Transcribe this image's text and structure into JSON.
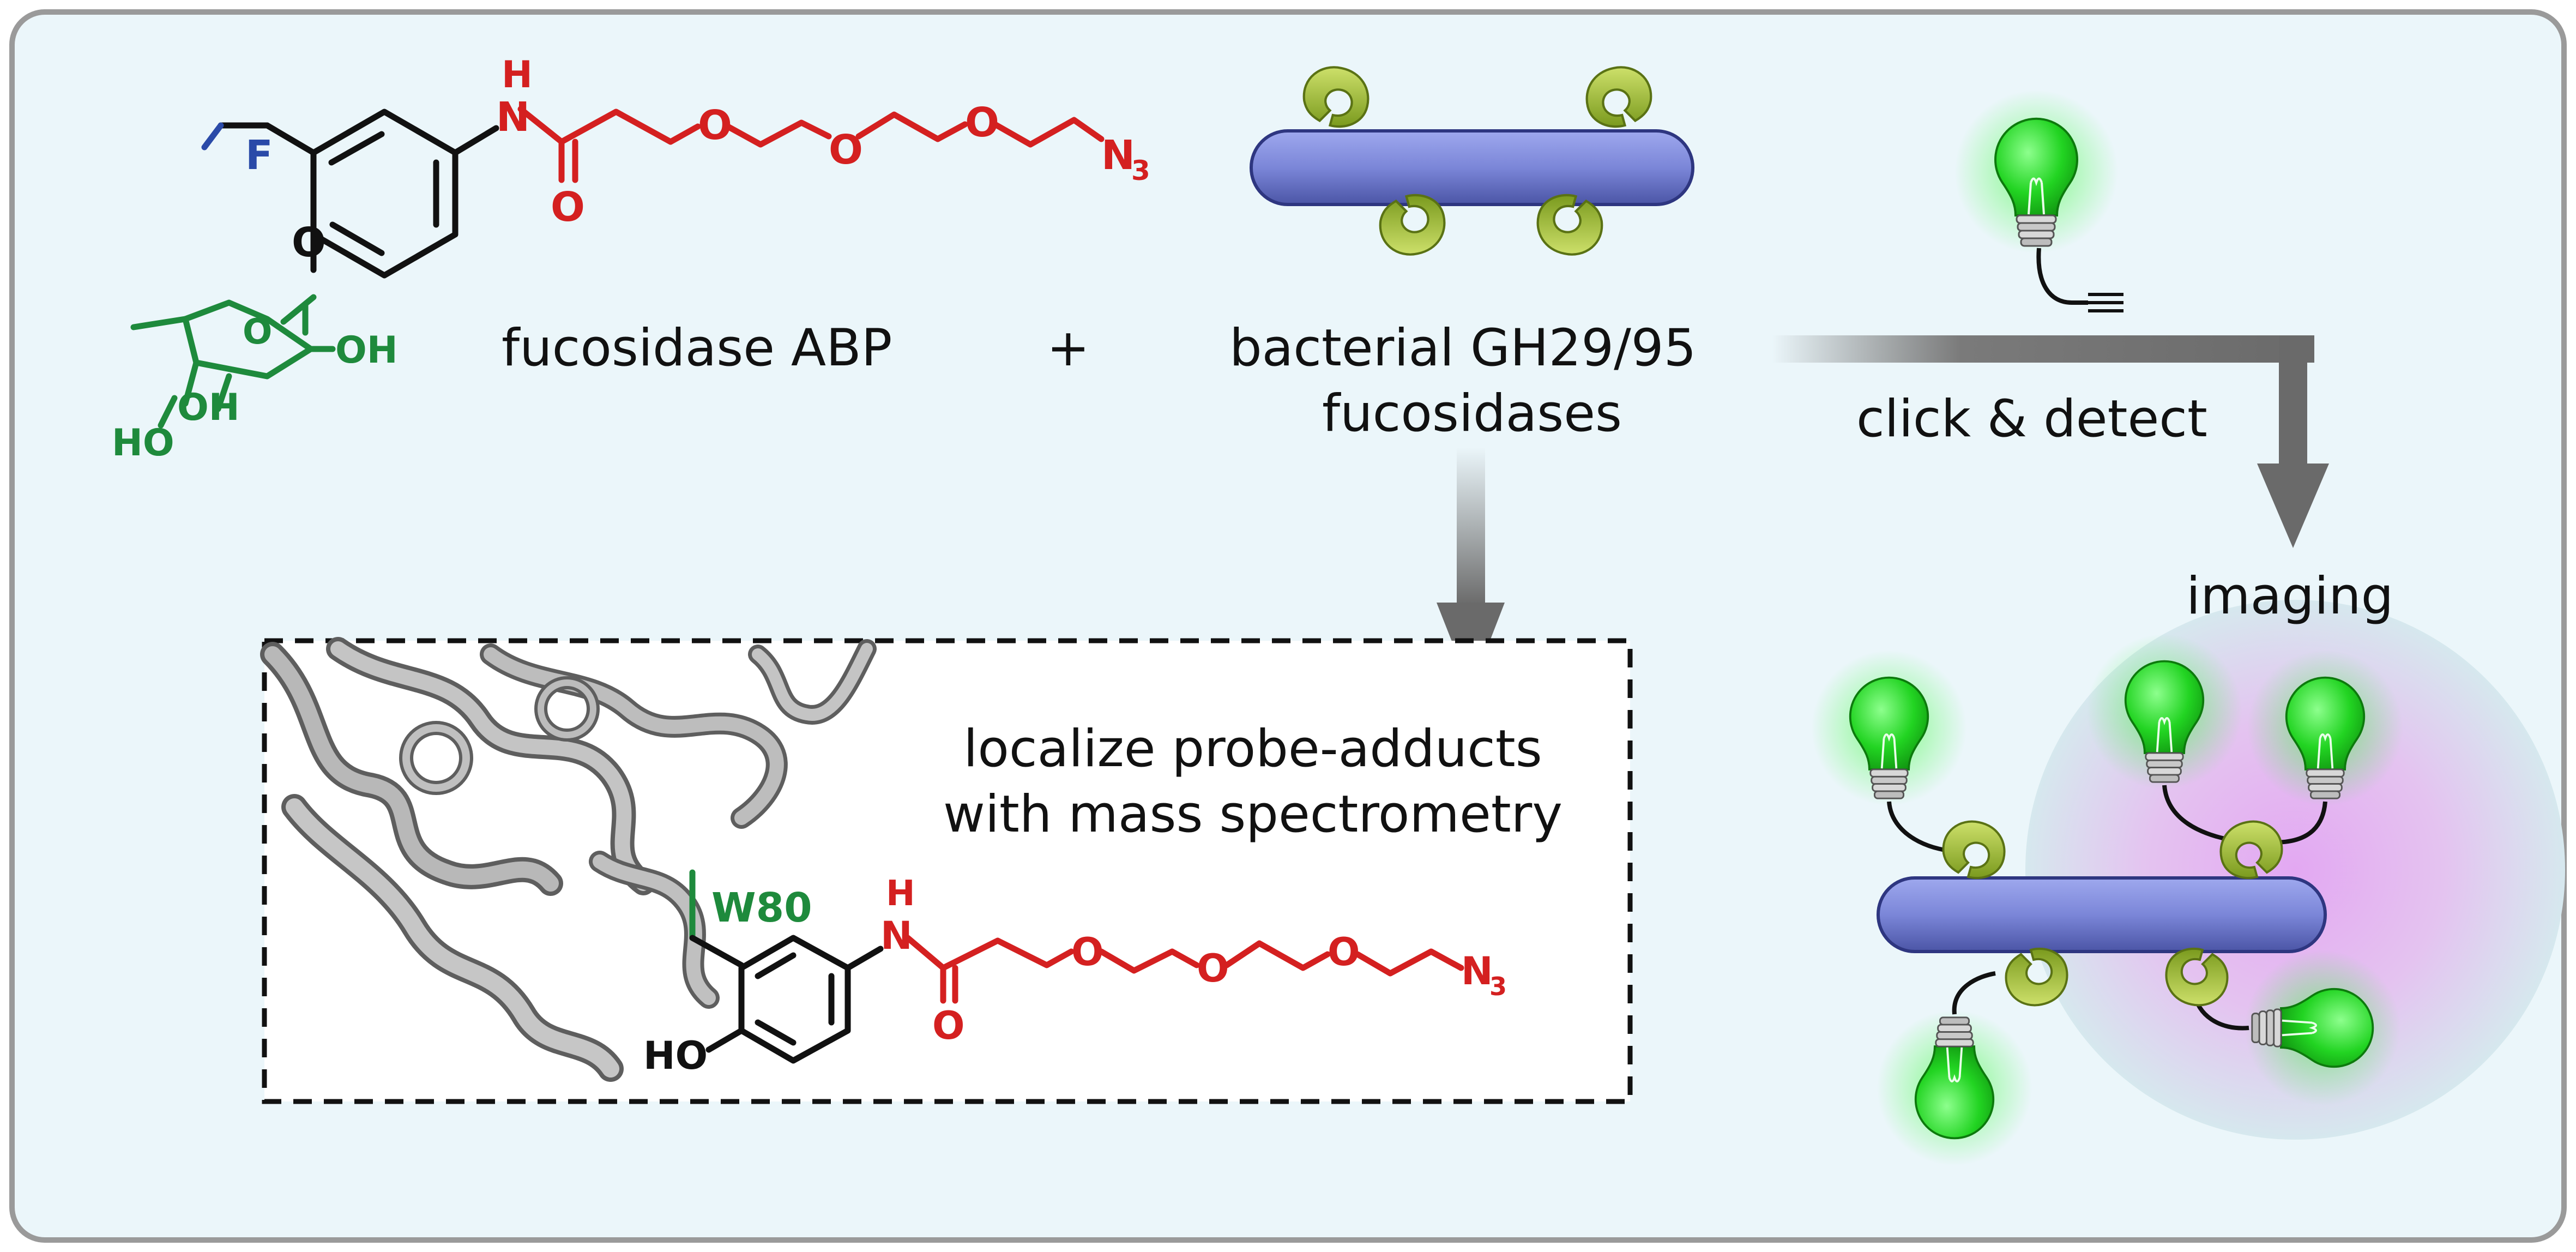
{
  "labels": {
    "probe_name": "fucosidase ABP",
    "plus": "+",
    "enzyme_line1": "bacterial GH29/95",
    "enzyme_line2": "fucosidases",
    "click_detect": "click & detect",
    "imaging": "imaging",
    "ms_line1": "localize probe-adducts",
    "ms_line2": "with mass spectrometry",
    "residue": "W80"
  },
  "atoms": {
    "F": "F",
    "O": "O",
    "OH": "OH",
    "HO": "HO",
    "H": "H",
    "N": "N",
    "N3_main": "N",
    "sub3": "3"
  },
  "colors": {
    "background": "#e8f5fa",
    "frame": "#9a9a9a",
    "fucose_green": "#1e8a3c",
    "linker_red": "#d42020",
    "fluorine_blue": "#2a4aa8",
    "protein_blue": "#7b86d8",
    "enzyme_lime": "#a6c23a",
    "bulb_green": "#2ee02e",
    "arrow_gray": "#6e6e6e"
  }
}
